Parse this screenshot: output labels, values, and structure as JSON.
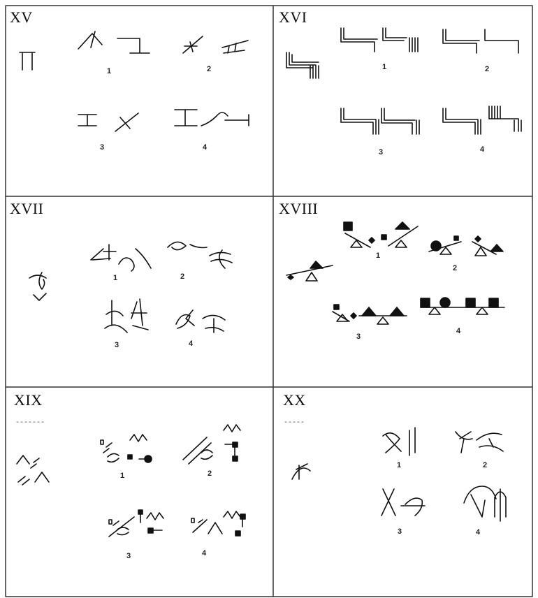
{
  "panels": [
    {
      "id": "XV",
      "options": [
        "1",
        "2",
        "3",
        "4"
      ]
    },
    {
      "id": "XVI",
      "options": [
        "1",
        "2",
        "3",
        "4"
      ]
    },
    {
      "id": "XVII",
      "options": [
        "1",
        "2",
        "3",
        "4"
      ]
    },
    {
      "id": "XVIII",
      "options": [
        "1",
        "2",
        "3",
        "4"
      ]
    },
    {
      "id": "XIX",
      "marker": "-------",
      "options": [
        "1",
        "2",
        "3",
        "4"
      ]
    },
    {
      "id": "XX",
      "marker": "-----",
      "options": [
        "1",
        "2",
        "3",
        "4"
      ]
    }
  ],
  "colors": {
    "ink": "#111111",
    "grid": "#333333",
    "background": "#ffffff"
  }
}
